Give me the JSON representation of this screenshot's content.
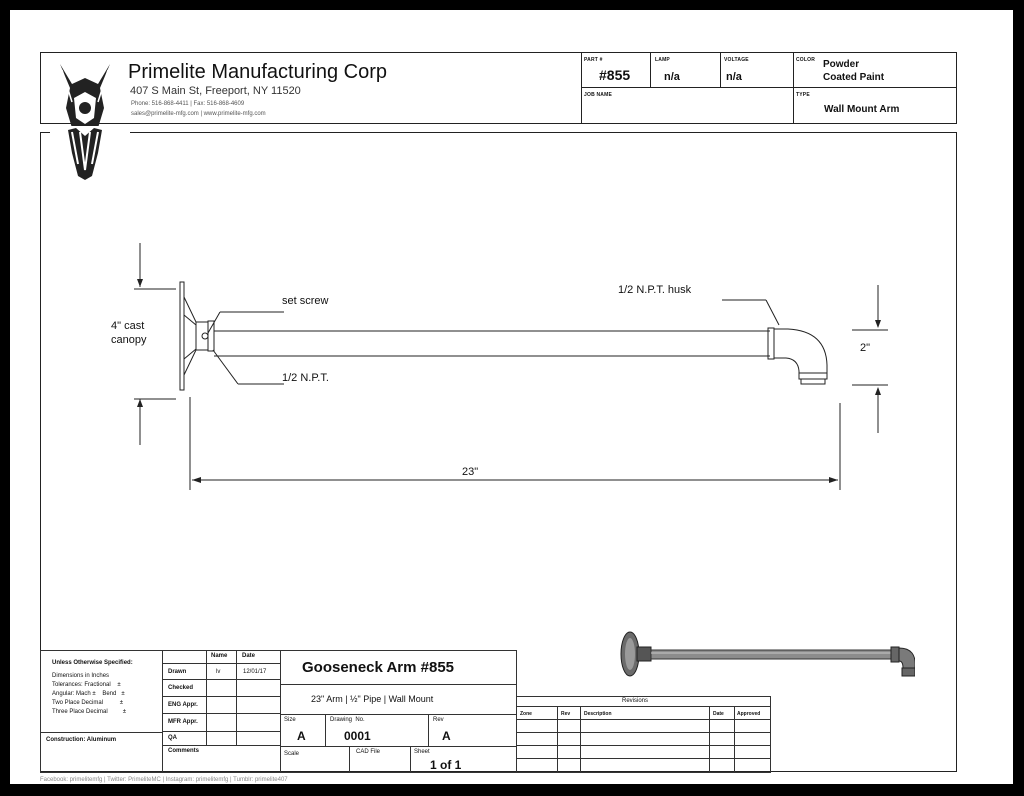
{
  "company": {
    "name": "Primelite Manufacturing Corp",
    "address": "407 S Main St, Freeport, NY 11520",
    "phone": "Phone: 516-868-4411 | Fax: 516-868-4609",
    "web": "sales@primelite-mfg.com | www.primelite-mfg.com"
  },
  "header": {
    "part_label": "PART #",
    "part": "#855",
    "lamp_label": "LAMP",
    "lamp": "n/a",
    "voltage_label": "VOLTAGE",
    "voltage": "n/a",
    "color_label": "COLOR",
    "color_line1": "Powder",
    "color_line2": "Coated Paint",
    "job_label": "JOB NAME",
    "type_label": "TYPE",
    "type": "Wall Mount Arm"
  },
  "drawing": {
    "canopy_line1": "4\" cast",
    "canopy_line2": "canopy",
    "set_screw": "set screw",
    "npt": "1/2 N.P.T.",
    "husk": "1/2 N.P.T. husk",
    "height": "2\"",
    "length": "23\""
  },
  "titleblock": {
    "spec_title": "Unless Otherwise Specified:",
    "spec_lines": [
      "Dimensions in Inches",
      "Tolerances: Fractional    ±",
      "Angular: Mach ±    Bend   ±",
      "Two Place Decimal          ±",
      "Three Place Decimal         ±"
    ],
    "construction": "Construction: Aluminum",
    "col_name": "Name",
    "col_date": "Date",
    "rows": [
      "Drawn",
      "Checked",
      "ENG Appr.",
      "MFR Appr.",
      "QA"
    ],
    "drawn_name": "lv",
    "drawn_date": "12/01/17",
    "comments": "Comments",
    "title": "Gooseneck Arm #855",
    "subtitle": "23\" Arm | ½\" Pipe | Wall Mount",
    "size_label": "Size",
    "size": "A",
    "drawing_no_label": "Drawing  No.",
    "drawing_no": "0001",
    "rev_label": "Rev",
    "rev": "A",
    "scale_label": "Scale",
    "cad_label": "CAD File",
    "sheet_label": "Sheet",
    "sheet": "1 of 1"
  },
  "revisions": {
    "title": "Revisions",
    "cols": [
      "Zone",
      "Rev",
      "Description",
      "Date",
      "Approved"
    ]
  },
  "footer": "Facebook: primelitemfg | Twitter: PrimeliteMC | Instagram: primelitemfg | Tumblr: primelite407"
}
